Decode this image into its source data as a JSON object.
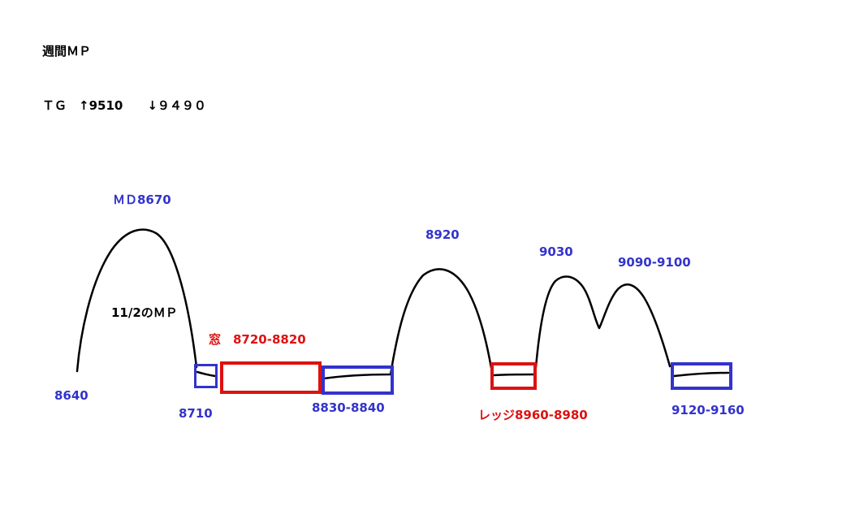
{
  "header": {
    "title": "週間ＭＰ",
    "tg": "ＴＧ　↑9510　　↓９４９０"
  },
  "labels": {
    "md8670": "ＭＤ8670",
    "low8640": "8640",
    "mp_note": "11/2のＭＰ",
    "level8710": "8710",
    "window": "窓　8720-8820",
    "range8830": "8830-8840",
    "peak8920": "8920",
    "ledge": "レッジ8960-8980",
    "peak9030": "9030",
    "range9090": "9090-9100",
    "range9120": "9120-9160"
  },
  "colors": {
    "label_blue": "#3333cc",
    "label_red": "#dd1111",
    "curve_black": "#000000",
    "background": "#ffffff"
  },
  "chart_data": {
    "type": "line",
    "title": "週間ＭＰ",
    "targets": {
      "label": "ＴＧ",
      "up": "9510",
      "down": "9490"
    },
    "note": "11/2のＭＰ",
    "sequence": [
      {
        "label": "8640",
        "feature": "start-low",
        "color": "blue",
        "box": null
      },
      {
        "label": "ＭＤ8670",
        "feature": "peak",
        "color": "blue",
        "box": null
      },
      {
        "label": "8710",
        "feature": "base-level",
        "color": "blue",
        "box": "blue"
      },
      {
        "label": "窓 8720-8820",
        "feature": "gap-window",
        "color": "red",
        "box": "red"
      },
      {
        "label": "8830-8840",
        "feature": "base-range",
        "color": "blue",
        "box": "blue"
      },
      {
        "label": "8920",
        "feature": "peak",
        "color": "blue",
        "box": null
      },
      {
        "label": "レッジ8960-8980",
        "feature": "ledge",
        "color": "red",
        "box": "red"
      },
      {
        "label": "9030",
        "feature": "peak",
        "color": "blue",
        "box": null
      },
      {
        "label": "9090-9100",
        "feature": "peak",
        "color": "blue",
        "box": null
      },
      {
        "label": "9120-9160",
        "feature": "base-range",
        "color": "blue",
        "box": "blue"
      }
    ],
    "shape": "freehand curve with four humps; flat boxed ranges at the bases between humps",
    "grid": false,
    "legend": false
  }
}
